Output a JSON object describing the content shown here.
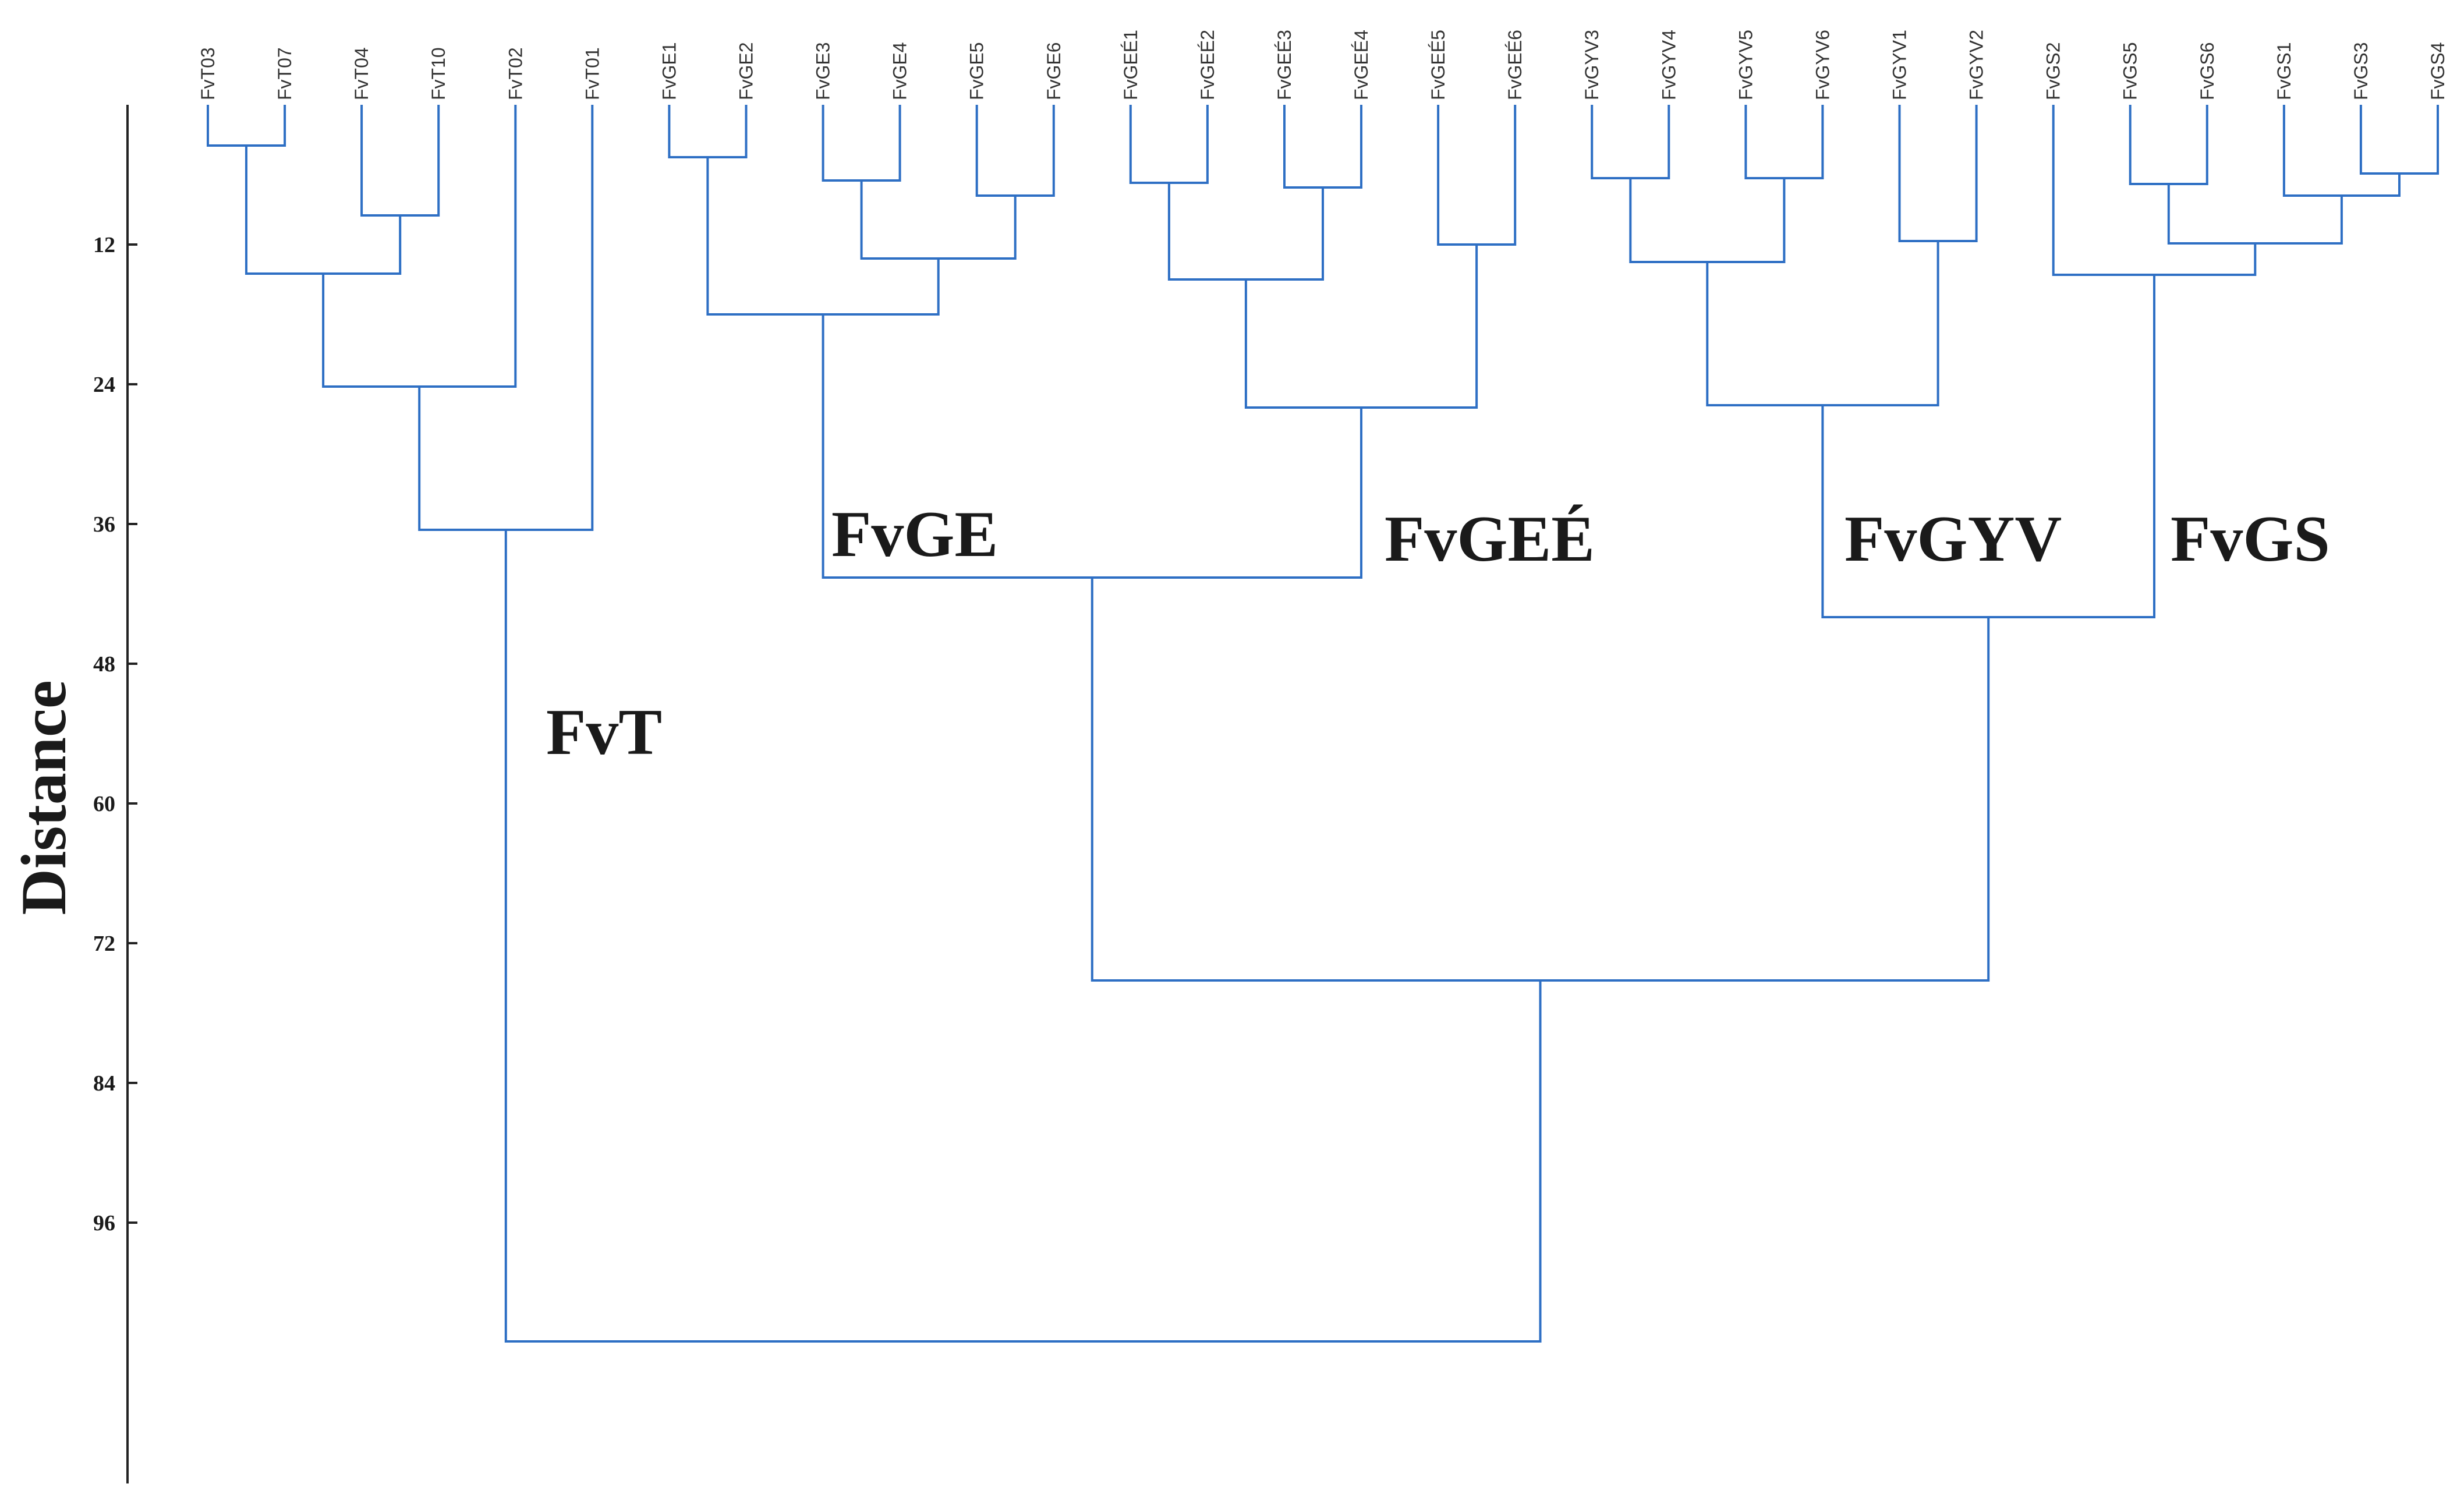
{
  "chart_data": {
    "type": "dendrogram",
    "ylabel": "Distance",
    "y_ticks": [
      12,
      24,
      36,
      48,
      60,
      72,
      84,
      96
    ],
    "ylim": [
      0,
      117
    ],
    "y_axis_inverted": true,
    "grid": false,
    "line_color": "#2e6fc4",
    "leaves": [
      "FvT03",
      "FvT07",
      "FvT04",
      "FvT10",
      "FvT02",
      "FvT01",
      "FvGE1",
      "FvGE2",
      "FvGE3",
      "FvGE4",
      "FvGE5",
      "FvGE6",
      "FvGEÉ1",
      "FvGEÉ2",
      "FvGEÉ3",
      "FvGEÉ4",
      "FvGEÉ5",
      "FvGEÉ6",
      "FvGYV3",
      "FvGYV4",
      "FvGYV5",
      "FvGYV6",
      "FvGYV1",
      "FvGYV2",
      "FvGS2",
      "FvGS5",
      "FvGS6",
      "FvGS1",
      "FvGS3",
      "FvGS4"
    ],
    "merges": [
      {
        "left": 0,
        "right": 1,
        "height": 3.5
      },
      {
        "left": 2,
        "right": 3,
        "height": 9.5
      },
      {
        "left": 30,
        "right": 31,
        "height": 14.5
      },
      {
        "left": 32,
        "right": 4,
        "height": 24.2
      },
      {
        "left": 33,
        "right": 5,
        "height": 36.5
      },
      {
        "left": 6,
        "right": 7,
        "height": 4.5
      },
      {
        "left": 8,
        "right": 9,
        "height": 6.5
      },
      {
        "left": 10,
        "right": 11,
        "height": 7.8
      },
      {
        "left": 36,
        "right": 37,
        "height": 13.2
      },
      {
        "left": 35,
        "right": 38,
        "height": 18.0
      },
      {
        "left": 12,
        "right": 13,
        "height": 6.7
      },
      {
        "left": 14,
        "right": 15,
        "height": 7.1
      },
      {
        "left": 16,
        "right": 17,
        "height": 12.0
      },
      {
        "left": 40,
        "right": 41,
        "height": 15.0
      },
      {
        "left": 43,
        "right": 42,
        "height": 26.0
      },
      {
        "left": 18,
        "right": 19,
        "height": 6.3
      },
      {
        "left": 20,
        "right": 21,
        "height": 6.3
      },
      {
        "left": 22,
        "right": 23,
        "height": 11.7
      },
      {
        "left": 45,
        "right": 46,
        "height": 13.5
      },
      {
        "left": 48,
        "right": 47,
        "height": 25.8
      },
      {
        "left": 28,
        "right": 29,
        "height": 5.9
      },
      {
        "left": 25,
        "right": 26,
        "height": 6.8
      },
      {
        "left": 27,
        "right": 50,
        "height": 7.8
      },
      {
        "left": 51,
        "right": 52,
        "height": 11.9
      },
      {
        "left": 24,
        "right": 53,
        "height": 14.6
      },
      {
        "left": 39,
        "right": 44,
        "height": 40.6
      },
      {
        "left": 49,
        "right": 54,
        "height": 44.0
      },
      {
        "left": 55,
        "right": 56,
        "height": 75.2
      },
      {
        "left": 34,
        "right": 57,
        "height": 106.2
      }
    ],
    "group_labels": [
      "FvT",
      "FvGE",
      "FvGEÉ",
      "FvGYV",
      "FvGS"
    ]
  }
}
